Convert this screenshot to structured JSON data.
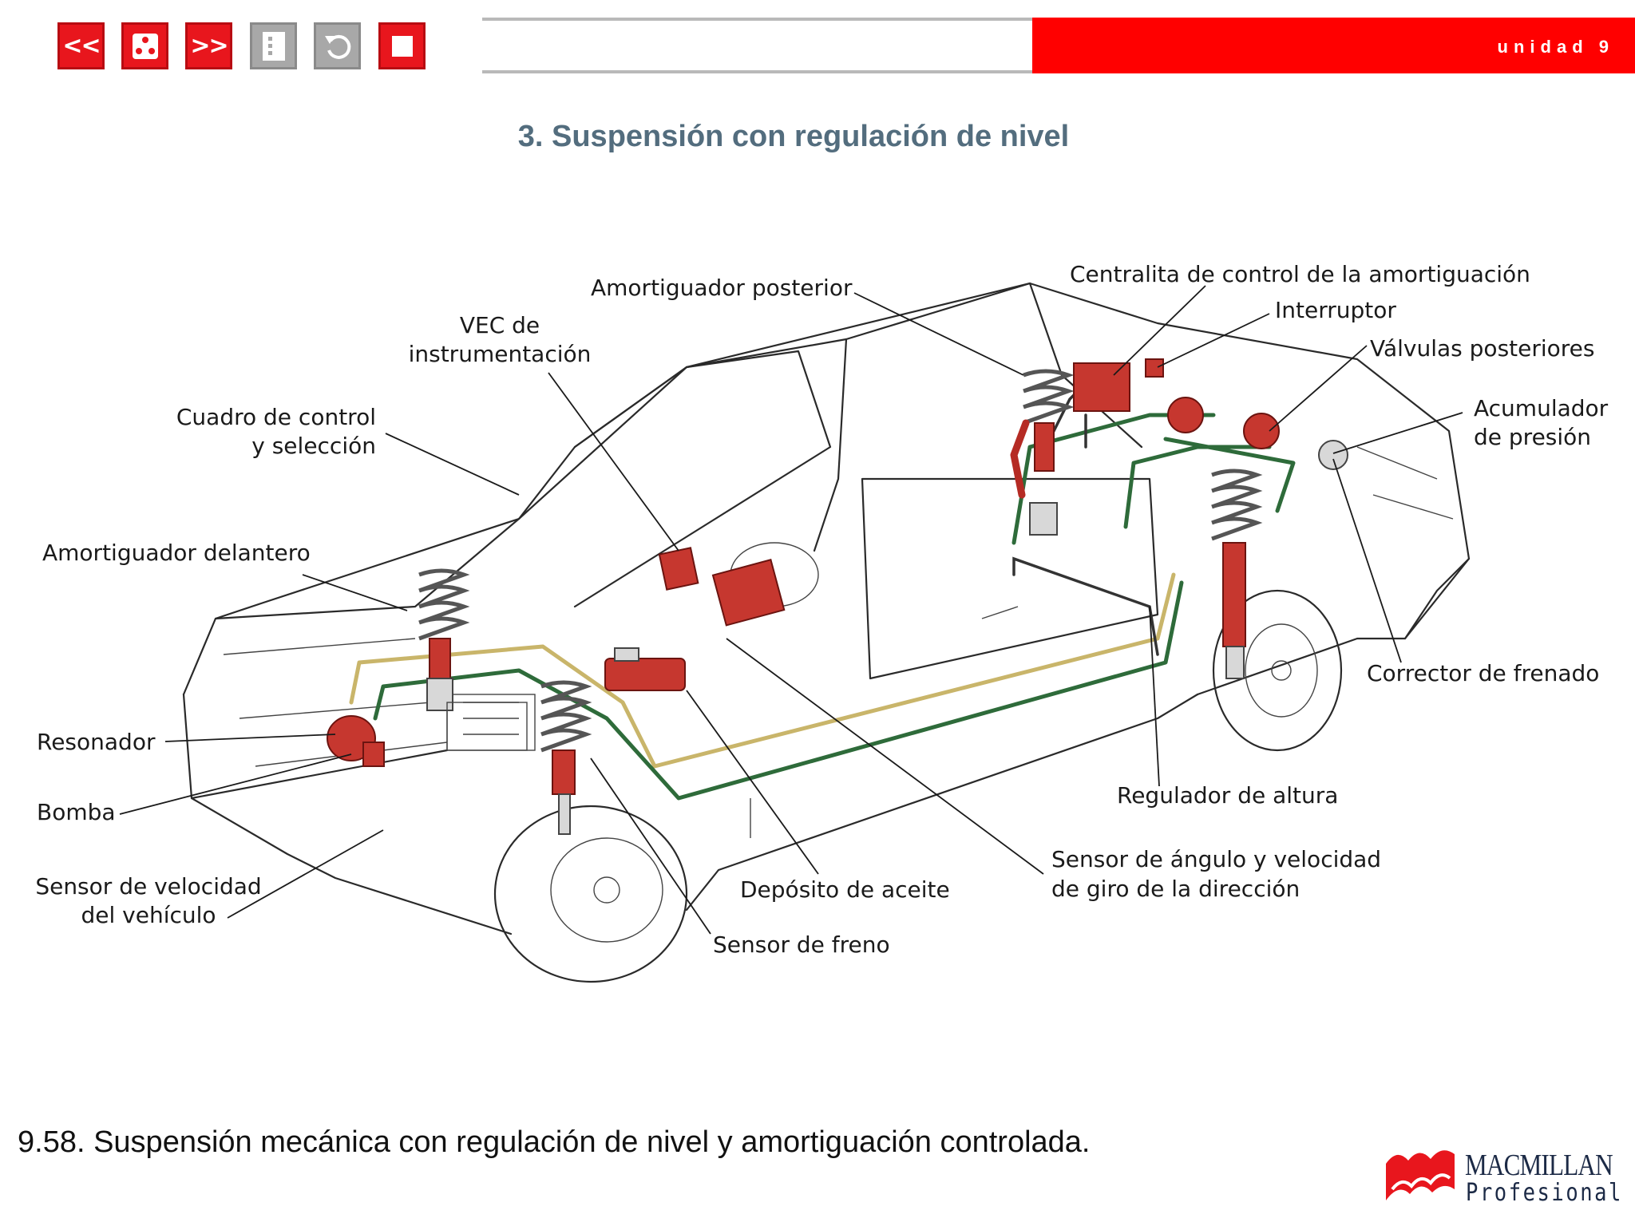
{
  "toolbar": {
    "buttons": [
      {
        "id": "prev",
        "label": "<<",
        "icon": "double-chevron-left-icon",
        "color": "#e8161d"
      },
      {
        "id": "menu",
        "label": "",
        "icon": "dice-dots-icon",
        "color": "#e8161d"
      },
      {
        "id": "next",
        "label": ">>",
        "icon": "double-chevron-right-icon",
        "color": "#e8161d"
      },
      {
        "id": "index",
        "label": "",
        "icon": "list-dots-icon",
        "color": "#a8a8a8"
      },
      {
        "id": "back",
        "label": "",
        "icon": "undo-arrow-icon",
        "color": "#a8a8a8"
      },
      {
        "id": "stop",
        "label": "",
        "icon": "stop-square-icon",
        "color": "#e8161d"
      }
    ]
  },
  "header": {
    "unit": "unidad 9",
    "unit_bar_color": "#ff0000"
  },
  "page": {
    "title": "3. Suspensión con regulación de nivel",
    "caption": "9.58. Suspensión mecánica con regulación de nivel y amortiguación controlada."
  },
  "diagram": {
    "labels": {
      "amortiguador_posterior": "Amortiguador posterior",
      "vec_l1": "VEC de",
      "vec_l2": "instrumentación",
      "cuadro_l1": "Cuadro de control",
      "cuadro_l2": "y selección",
      "amortiguador_delantero": "Amortiguador delantero",
      "resonador": "Resonador",
      "bomba": "Bomba",
      "sensor_velocidad_l1": "Sensor de velocidad",
      "sensor_velocidad_l2": "del vehículo",
      "centralita": "Centralita de control de la amortiguación",
      "interruptor": "Interruptor",
      "valvulas_posteriores": "Válvulas posteriores",
      "acumulador_l1": "Acumulador",
      "acumulador_l2": "de presión",
      "corrector_frenado": "Corrector de frenado",
      "regulador_altura": "Regulador de altura",
      "sensor_angulo_l1": "Sensor de ángulo y velocidad",
      "sensor_angulo_l2": "de giro de la dirección",
      "deposito_aceite": "Depósito de aceite",
      "sensor_freno": "Sensor de freno"
    }
  },
  "logo": {
    "brand": "MACMILLAN",
    "sub": "Profesional",
    "color": "#e8161d"
  }
}
